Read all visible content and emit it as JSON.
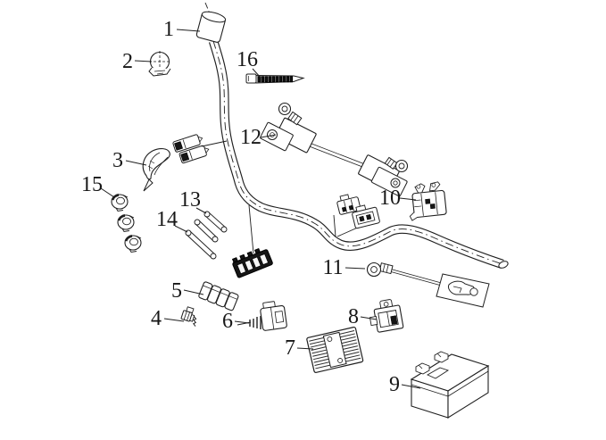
{
  "figure": {
    "kind": "exploded-parts-diagram",
    "background": "#ffffff",
    "ink_color": "#1f1f1f"
  },
  "parts": [
    {
      "label": "1"
    },
    {
      "label": "2"
    },
    {
      "label": "3"
    },
    {
      "label": "4"
    },
    {
      "label": "5"
    },
    {
      "label": "6"
    },
    {
      "label": "7"
    },
    {
      "label": "8"
    },
    {
      "label": "9"
    },
    {
      "label": "10"
    },
    {
      "label": "11"
    },
    {
      "label": "12"
    },
    {
      "label": "13"
    },
    {
      "label": "14"
    },
    {
      "label": "15"
    },
    {
      "label": "16"
    }
  ]
}
